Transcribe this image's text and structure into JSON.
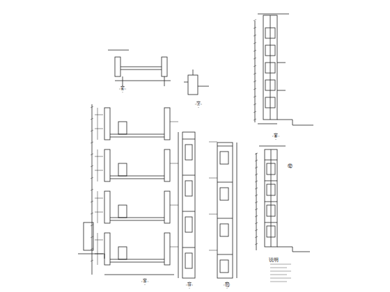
{
  "diagram": {
    "labels": [
      "⑥",
      "⑦",
      "⑧",
      "⑨",
      "⑩",
      "⑪",
      "⑫",
      "说明"
    ]
  }
}
